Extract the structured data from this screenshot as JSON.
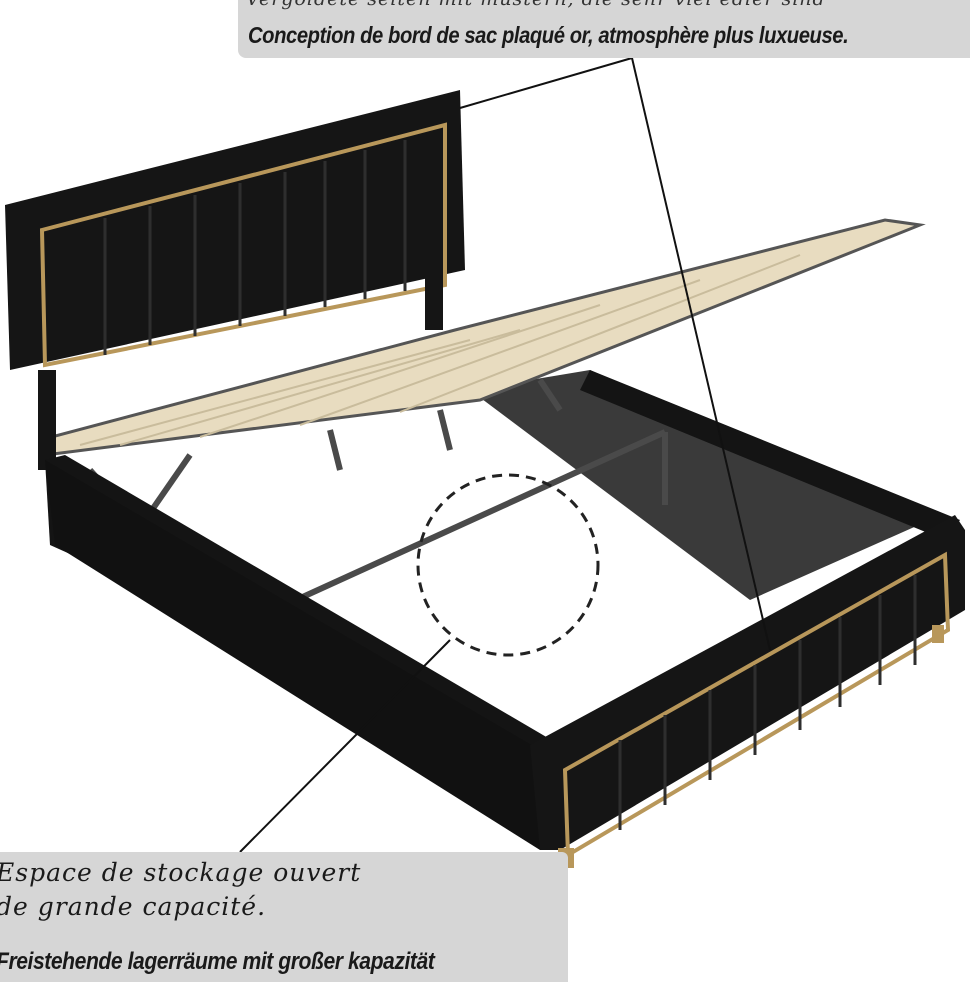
{
  "top_callout": {
    "german_text": "Vergoldete seiten mit mustern, die sehr viel edler sind",
    "french_text": "Conception de bord de sac plaqué or, atmosphère plus luxueuse."
  },
  "bottom_callout": {
    "french_line1": "Espace de stockage ouvert",
    "french_line2": "de grande capacité.",
    "german_text": "Freistehende lagerräume mit großer kapazität"
  },
  "colors": {
    "upholstery": "#141414",
    "gold_trim": "#b8975a",
    "slats": "#e8dcc0",
    "callout_bg": "#d6d6d6"
  }
}
